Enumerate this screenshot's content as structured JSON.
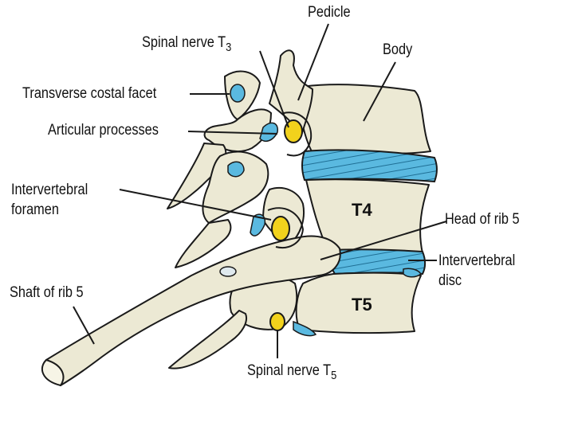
{
  "labels": {
    "pedicle": "Pedicle",
    "spinal_nerve_t3": "Spinal nerve T",
    "spinal_nerve_t3_sub": "3",
    "body": "Body",
    "transverse_costal_facet": "Transverse costal facet",
    "articular_processes": "Articular processes",
    "intervertebral_foramen_line1": "Intervertebral",
    "intervertebral_foramen_line2": "foramen",
    "t4": "T4",
    "head_of_rib_5": "Head of rib 5",
    "intervertebral_disc_line1": "Intervertebral",
    "intervertebral_disc_line2": "disc",
    "shaft_of_rib_5": "Shaft of rib 5",
    "t5": "T5",
    "spinal_nerve_t5": "Spinal nerve T",
    "spinal_nerve_t5_sub": "5"
  },
  "colors": {
    "bone": "#ece9d4",
    "cartilage": "#5ab9e0",
    "nerve": "#f2d21c",
    "outline": "#1a1a1a"
  }
}
